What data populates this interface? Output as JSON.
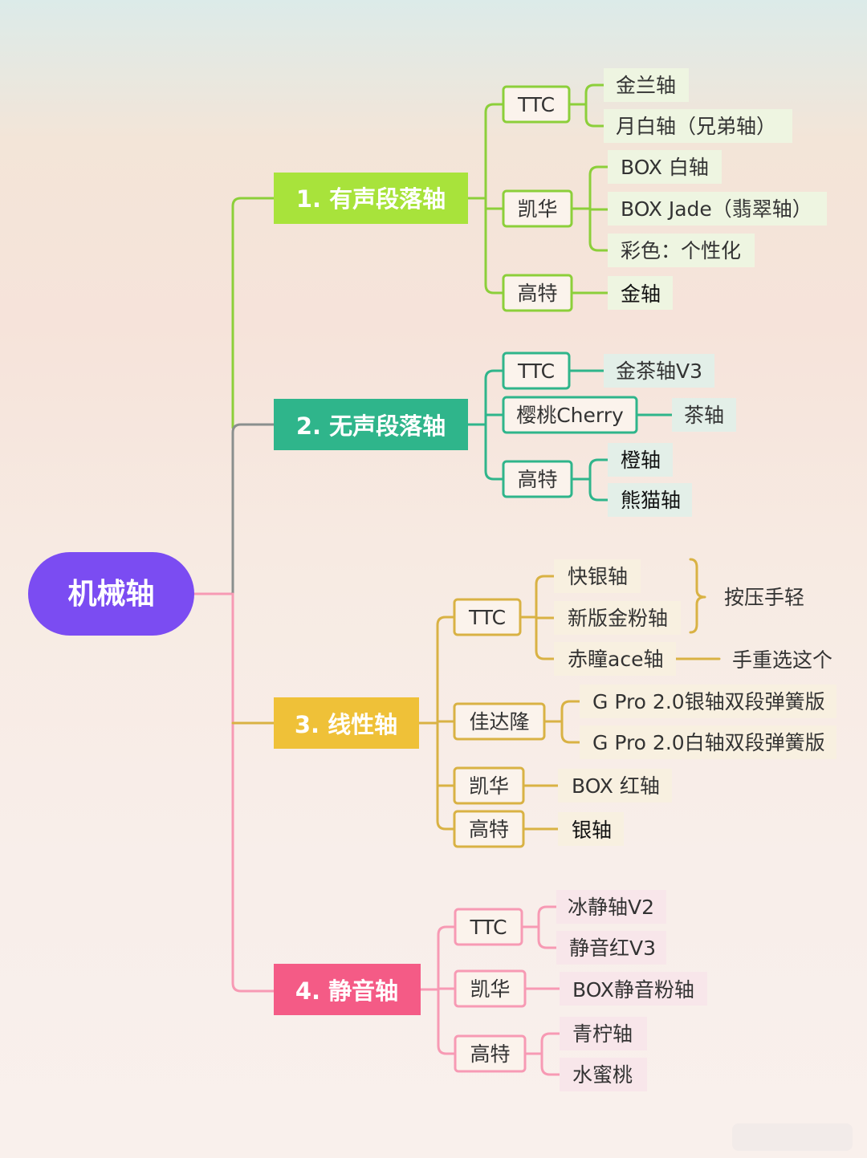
{
  "colors": {
    "root": "#7b4cf2",
    "branch1": "#a8e33b",
    "branch1_line": "#8ccf3a",
    "branch2": "#2fb58b",
    "branch2_line": "#8a8f8e",
    "branch3": "#efc138",
    "branch3_line": "#d9b244",
    "branch4": "#f45b86",
    "branch4_line": "#f79ab4",
    "root_line": "#f79ab4"
  },
  "root": {
    "label": "机械轴"
  },
  "branches": [
    {
      "label": "1. 有声段落轴",
      "brands": [
        {
          "label": "TTC",
          "items": [
            "金兰轴",
            "月白轴（兄弟轴）"
          ]
        },
        {
          "label": "凯华",
          "items": [
            "BOX 白轴",
            "BOX Jade（翡翠轴）",
            "彩色：个性化"
          ]
        },
        {
          "label": "高特",
          "items": [
            "金轴"
          ]
        }
      ]
    },
    {
      "label": "2. 无声段落轴",
      "brands": [
        {
          "label": "TTC",
          "items": [
            "金茶轴V3"
          ]
        },
        {
          "label": "樱桃Cherry",
          "items": [
            "茶轴"
          ]
        },
        {
          "label": "高特",
          "items": [
            "橙轴",
            "熊猫轴"
          ]
        }
      ]
    },
    {
      "label": "3. 线性轴",
      "brands": [
        {
          "label": "TTC",
          "items": [
            "快银轴",
            "新版金粉轴",
            "赤瞳ace轴"
          ]
        },
        {
          "label": "佳达隆",
          "items": [
            "G Pro 2.0银轴双段弹簧版",
            "G Pro 2.0白轴双段弹簧版"
          ]
        },
        {
          "label": "凯华",
          "items": [
            "BOX 红轴"
          ]
        },
        {
          "label": "高特",
          "items": [
            "银轴"
          ]
        }
      ],
      "notes": [
        "按压手轻",
        "手重选这个"
      ]
    },
    {
      "label": "4. 静音轴",
      "brands": [
        {
          "label": "TTC",
          "items": [
            "冰静轴V2",
            "静音红V3"
          ]
        },
        {
          "label": "凯华",
          "items": [
            "BOX静音粉轴"
          ]
        },
        {
          "label": "高特",
          "items": [
            "青柠轴",
            "水蜜桃"
          ]
        }
      ]
    }
  ]
}
